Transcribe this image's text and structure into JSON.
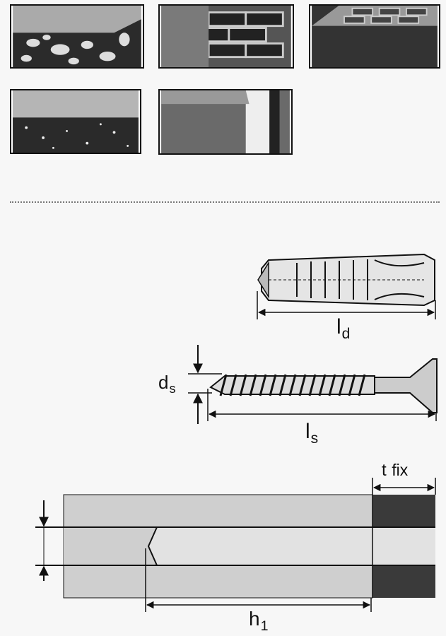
{
  "labels": {
    "dowel_length": {
      "main": "l",
      "sub": "d"
    },
    "screw_diameter": {
      "main": "d",
      "sub": "s"
    },
    "screw_length": {
      "main": "l",
      "sub": "s"
    },
    "fixture_thickness": {
      "main": "t",
      "sub": "fix"
    },
    "drill_depth": {
      "main": "h",
      "sub": "1"
    }
  },
  "colors": {
    "ink": "#1a1a1a",
    "concrete": "#c9c9c9",
    "fixture": "#3a3a3a",
    "paper": "#f7f7f7"
  }
}
